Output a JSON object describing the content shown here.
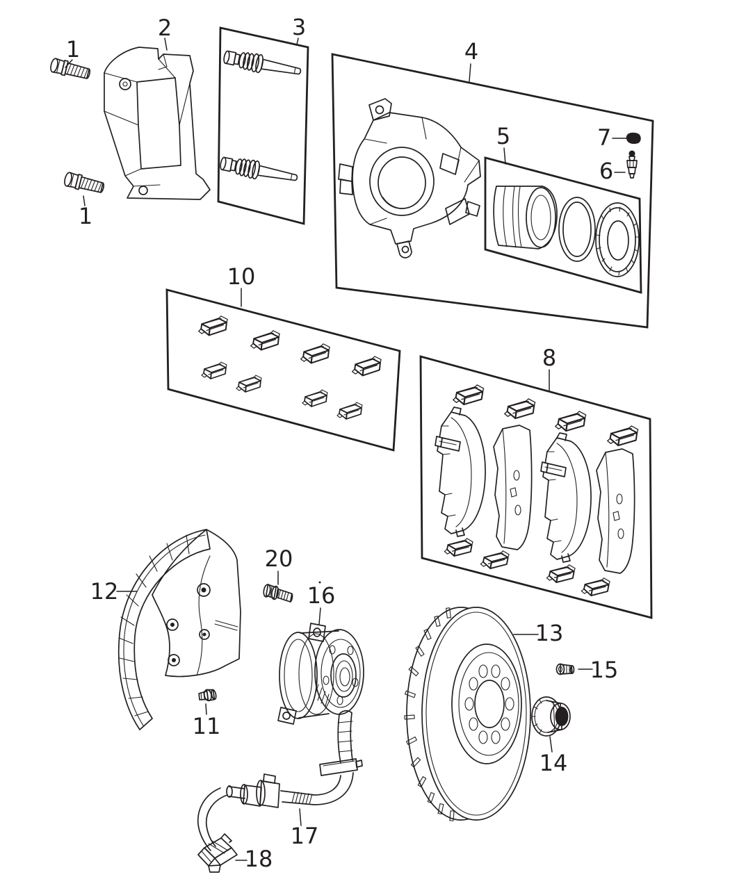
{
  "diagram": {
    "kind": "exploded-parts-diagram",
    "colors": {
      "line": "#231F20",
      "background": "#FFFFFF"
    },
    "callouts": [
      {
        "part": "adapter-bolt-upper",
        "label": "1"
      },
      {
        "part": "caliper-adapter-bracket",
        "label": "2"
      },
      {
        "part": "guide-pin-kit",
        "label": "3"
      },
      {
        "part": "caliper-assembly",
        "label": "4"
      },
      {
        "part": "piston-seal-kit",
        "label": "5"
      },
      {
        "part": "bleeder-cap",
        "label": "7"
      },
      {
        "part": "bleeder-screw",
        "label": "6"
      },
      {
        "part": "adapter-bolt-lower",
        "label": "1"
      },
      {
        "part": "pad-hardware-kit",
        "label": "10"
      },
      {
        "part": "brake-pad-kit",
        "label": "8"
      },
      {
        "part": "splash-shield",
        "label": "12"
      },
      {
        "part": "hub-bolt",
        "label": "20"
      },
      {
        "part": "hub-and-bearing",
        "label": "16"
      },
      {
        "part": "shield-screw",
        "label": "11"
      },
      {
        "part": "brake-rotor",
        "label": "13"
      },
      {
        "part": "rotor-set-screw",
        "label": "15"
      },
      {
        "part": "hub-nut",
        "label": "14"
      },
      {
        "part": "brake-hose",
        "label": "17"
      },
      {
        "part": "abs-sensor-connector",
        "label": "18"
      }
    ]
  }
}
